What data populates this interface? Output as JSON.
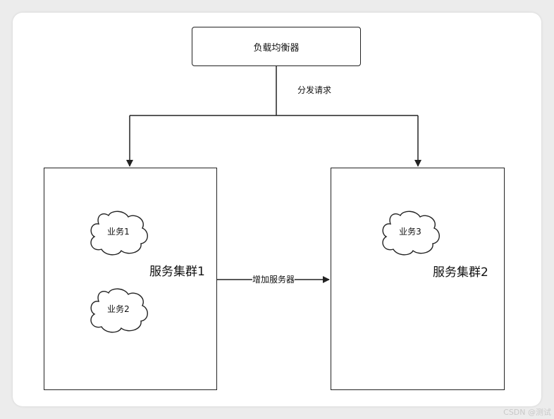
{
  "load_balancer": {
    "label": "负载均衡器"
  },
  "edges": {
    "dispatch_label": "分发请求",
    "add_server_label": "增加服务器"
  },
  "clusters": [
    {
      "label": "服务集群1",
      "services": [
        "业务1",
        "业务2"
      ]
    },
    {
      "label": "服务集群2",
      "services": [
        "业务3"
      ]
    }
  ],
  "watermark": "CSDN @测试"
}
